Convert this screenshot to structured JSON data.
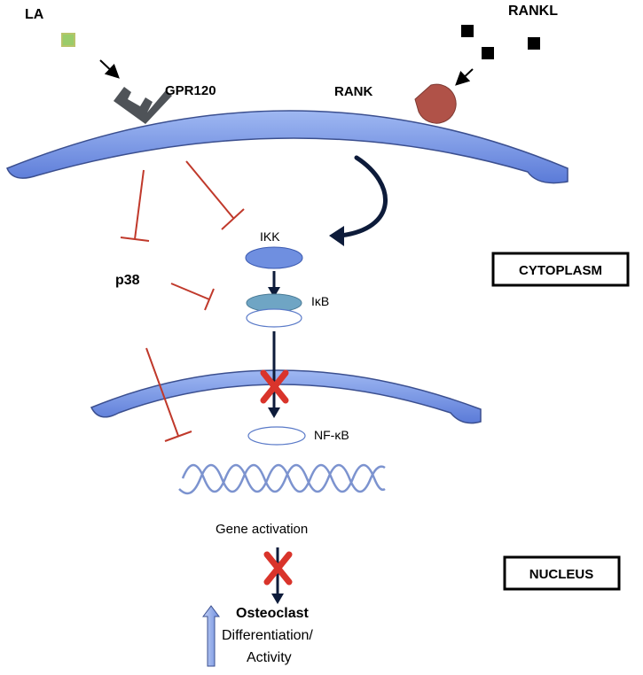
{
  "labels": {
    "la": "LA",
    "gpr120": "GPR120",
    "rankl": "RANKL",
    "rank": "RANK",
    "ikk": "IKK",
    "ikb": "IκB",
    "p38": "p38",
    "nfkb": "NF-κB",
    "gene_activation": "Gene activation",
    "osteoclast": "Osteoclast",
    "differentiation": "Differentiation/",
    "activity": "Activity",
    "cytoplasm": "CYTOPLASM",
    "nucleus": "NUCLEUS"
  },
  "colors": {
    "membrane": "#6f8fe0",
    "inhibition": "#c0392b",
    "block_mark": "#d9342b",
    "ikk": "#6f8fe0",
    "ikb": "#6fa5c4",
    "gpr120": "#4f5358",
    "rank": "#b05248",
    "la": "#9acc6a",
    "rankl": "#000000",
    "dna": "#7c93cf"
  },
  "icons": {
    "block": "red-x-mark",
    "increase": "up-arrow-icon"
  }
}
